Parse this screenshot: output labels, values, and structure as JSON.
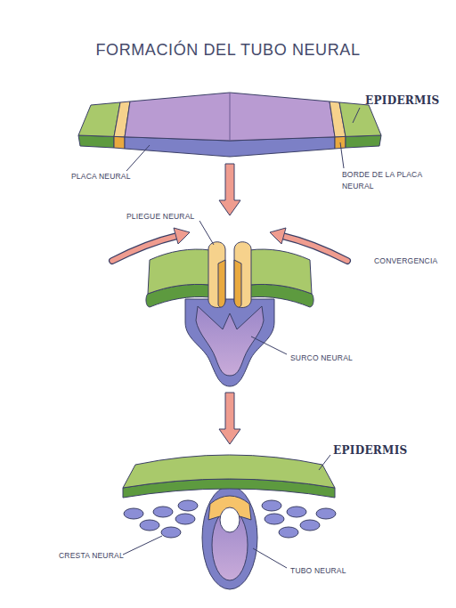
{
  "diagram": {
    "title": "FORMACIÓN DEL TUBO NEURAL",
    "labels": [
      "EPIDERMIS",
      "PLACA NEURAL",
      "BORDE DE LA PLACA NEURAL",
      "PLIEGUE NEURAL",
      "CONVERGENCIA",
      "SURCO NEURAL",
      "EPIDERMIS",
      "CRESTA NEURAL",
      "TUBO NEURAL"
    ]
  }
}
